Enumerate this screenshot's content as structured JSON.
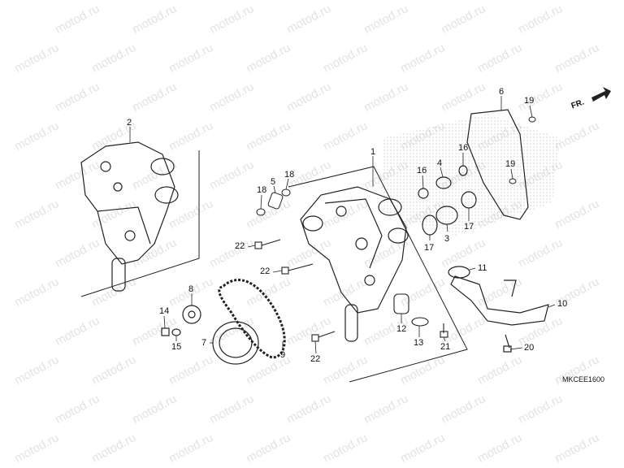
{
  "watermark_text": "motod.ru",
  "diagram_code": "MKCEE1600",
  "direction_label": "FR.",
  "callouts": [
    "1",
    "2",
    "3",
    "4",
    "5",
    "6",
    "7",
    "8",
    "9",
    "10",
    "11",
    "12",
    "13",
    "14",
    "15",
    "16",
    "16",
    "17",
    "17",
    "18",
    "18",
    "19",
    "19",
    "20",
    "21",
    "22",
    "22",
    "22"
  ],
  "colors": {
    "line": "#222222",
    "stipple": "#9a9a9a",
    "watermark": "#b0b0b0"
  }
}
